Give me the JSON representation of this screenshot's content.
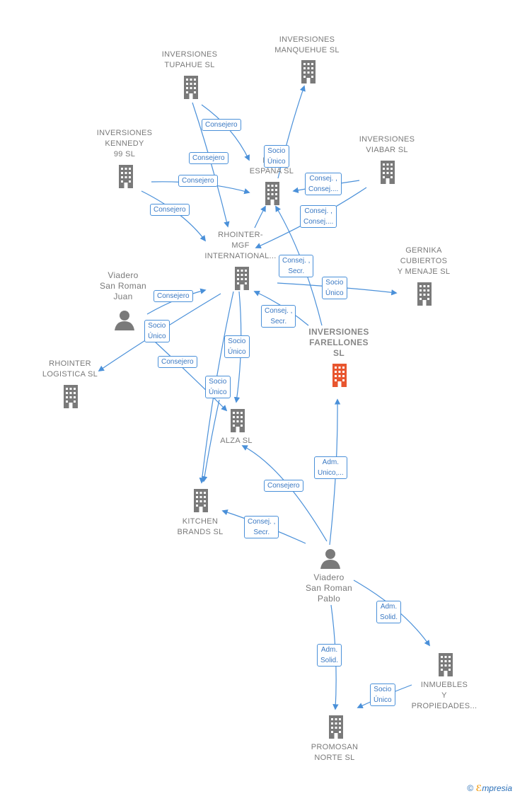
{
  "colors": {
    "edge": "#4a90d9",
    "node": "#7a7a7a",
    "highlight": "#e8562f"
  },
  "nodes": {
    "tupahue": {
      "label": "INVERSIONES\nTUPAHUE  SL",
      "icon": "building-icon"
    },
    "manquehue": {
      "label": "INVERSIONES\nMANQUEHUE SL",
      "icon": "building-icon"
    },
    "kennedy": {
      "label": "INVERSIONES\nKENNEDY\n99  SL",
      "icon": "building-icon"
    },
    "rhointer_espana": {
      "label": "RHO\nESPAÑA SL",
      "icon": "building-icon"
    },
    "viabar": {
      "label": "INVERSIONES\nVIABAR  SL",
      "icon": "building-icon"
    },
    "mgf": {
      "label": "RHOINTER-\nMGF\nINTERNATIONAL...",
      "icon": "building-icon"
    },
    "gernika": {
      "label": "GERNIKA\nCUBIERTOS\nY MENAJE  SL",
      "icon": "building-icon"
    },
    "juan": {
      "label": "Viadero\nSan Roman\nJuan",
      "icon": "person-icon"
    },
    "farellones": {
      "label": "INVERSIONES\nFARELLONES\nSL",
      "icon": "building-icon"
    },
    "logistica": {
      "label": "RHOINTER\nLOGISTICA  SL",
      "icon": "building-icon"
    },
    "alza": {
      "label": "ALZA SL",
      "icon": "building-icon"
    },
    "kitchen": {
      "label": "KITCHEN\nBRANDS  SL",
      "icon": "building-icon"
    },
    "pablo": {
      "label": "Viadero\nSan Roman\nPablo",
      "icon": "person-icon"
    },
    "inmuebles": {
      "label": "INMUEBLES\nY\nPROPIEDADES...",
      "icon": "building-icon"
    },
    "promosan": {
      "label": "PROMOSAN\nNORTE  SL",
      "icon": "building-icon"
    }
  },
  "edge_labels": [
    "Consejero",
    "Consejero",
    "Consejero",
    "Consejero",
    "Socio\nÚnico",
    "Consej. ,\nConsej....",
    "Consej. ,\nConsej....",
    "Consej. ,\nSecr.",
    "Socio\nÚnico",
    "Consej. ,\nSecr.",
    "Consejero",
    "Socio\nÚnico",
    "Socio\nÚnico",
    "Consejero",
    "Socio\nÚnico",
    "Adm.\nUnico,...",
    "Consejero",
    "Consej. ,\nSecr.",
    "Adm.\nSolid.",
    "Adm.\nSolid.",
    "Socio\nÚnico"
  ],
  "brand": {
    "symbol": "©",
    "e": "ℰ",
    "rest": "mpresia"
  }
}
